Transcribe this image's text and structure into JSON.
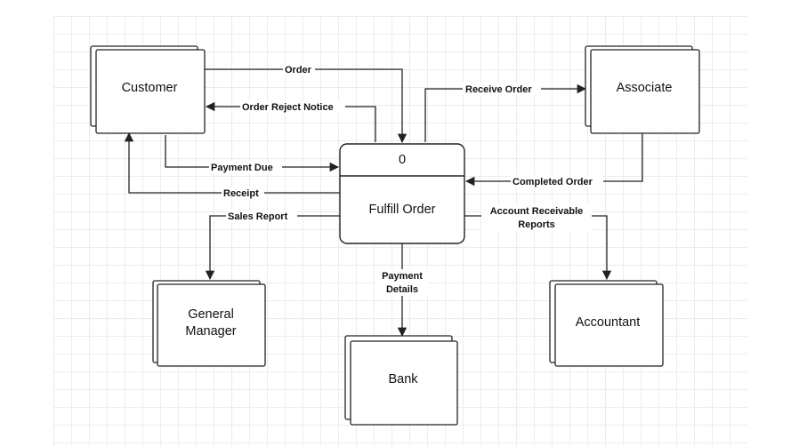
{
  "process": {
    "id": "0",
    "name": "Fulfill Order"
  },
  "entities": {
    "customer": "Customer",
    "associate": "Associate",
    "general_manager_line1": "General",
    "general_manager_line2": "Manager",
    "bank": "Bank",
    "accountant": "Accountant"
  },
  "flows": {
    "order": "Order",
    "order_reject_notice": "Order Reject Notice",
    "receive_order": "Receive Order",
    "payment_due": "Payment Due",
    "completed_order": "Completed Order",
    "receipt": "Receipt",
    "sales_report": "Sales Report",
    "account_receivable_line1": "Account Receivable",
    "account_receivable_line2": "Reports",
    "payment_details_line1": "Payment",
    "payment_details_line2": "Details"
  }
}
